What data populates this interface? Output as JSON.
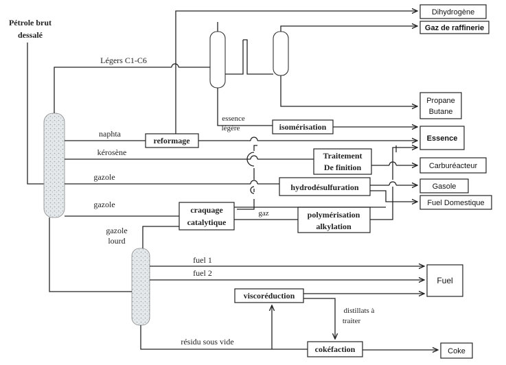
{
  "feed": {
    "line1": "Pétrole brut",
    "line2": "dessalé"
  },
  "streams": {
    "legers": "Légers C1-C6",
    "naphta": "naphta",
    "kerosene": "kérosène",
    "gazole1": "gazole",
    "gazole2": "gazole",
    "gazole_lourd1": "gazole",
    "gazole_lourd2": "lourd",
    "essence_legere1": "essence",
    "essence_legere2": "légère",
    "gaz": "gaz",
    "fuel1": "fuel 1",
    "fuel2": "fuel 2",
    "distillats1": "distillats à",
    "distillats2": "traiter",
    "residu": "résidu sous vide"
  },
  "units": {
    "reformage": "reformage",
    "isomerisation": "isomérisation",
    "traitement1": "Traitement",
    "traitement2": "De finition",
    "hydrodesulfuration": "hydrodésulfuration",
    "craquage1": "craquage",
    "craquage2": "catalytique",
    "polymerisation1": "polymérisation",
    "polymerisation2": "alkylation",
    "viscoreduction": "viscoréduction",
    "cokefaction": "cokéfaction"
  },
  "products": {
    "dihydrogene": "Dihydrogène",
    "gaz_raffinerie": "Gaz de raffinerie",
    "propane": "Propane",
    "butane": "Butane",
    "essence": "Essence",
    "carbureacteur": "Carburéacteur",
    "gasole": "Gasole",
    "fuel_domestique": "Fuel Domestique",
    "fuel": "Fuel",
    "coke": "Coke"
  }
}
